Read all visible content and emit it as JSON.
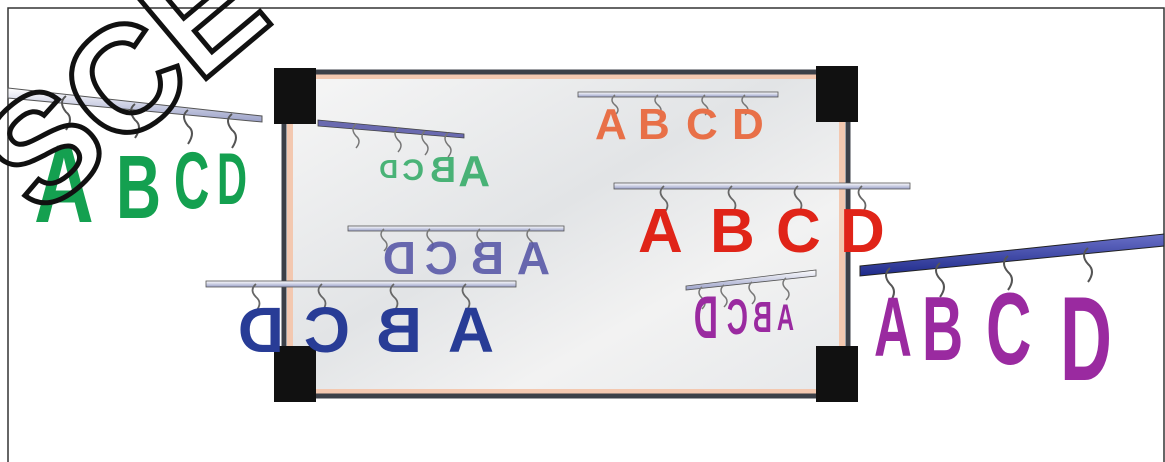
{
  "watermark": "SCE",
  "colors": {
    "green": "#14a050",
    "orange": "#e87048",
    "red": "#e02418",
    "navy": "#283c96",
    "lavender": "#5a5aa8",
    "magenta": "#9a2aa0",
    "frame": "#3c4048",
    "frame_inner": "#f3c8b0",
    "mirror": "#e8eaec"
  },
  "letter_sets": [
    {
      "id": "left-outside",
      "letters": [
        "A",
        "B",
        "C",
        "D"
      ]
    },
    {
      "id": "mirror-top-left",
      "letters": [
        "D",
        "C",
        "B",
        "A"
      ]
    },
    {
      "id": "mirror-top-right",
      "letters": [
        "A",
        "B",
        "C",
        "D"
      ]
    },
    {
      "id": "mirror-center-right",
      "letters": [
        "A",
        "B",
        "C",
        "D"
      ]
    },
    {
      "id": "mirror-middle-left",
      "letters": [
        "D",
        "C",
        "B",
        "A"
      ]
    },
    {
      "id": "mirror-bottom-left",
      "letters": [
        "D",
        "C",
        "B",
        "A"
      ]
    },
    {
      "id": "mirror-bottom-right",
      "letters": [
        "D",
        "C",
        "B",
        "A"
      ]
    },
    {
      "id": "right-outside",
      "letters": [
        "A",
        "B",
        "C",
        "D"
      ]
    }
  ]
}
